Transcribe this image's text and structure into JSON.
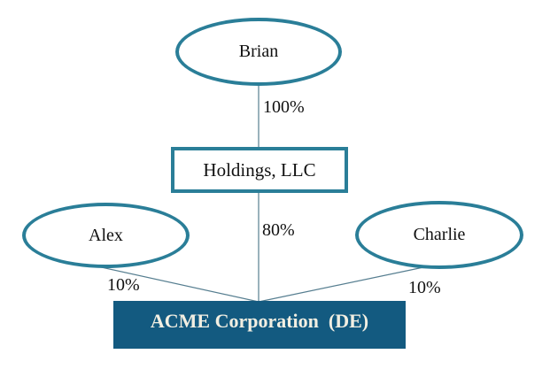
{
  "diagram": {
    "title": "ownership-structure-chart",
    "nodes": {
      "brian": {
        "label": "Brian",
        "shape": "ellipse"
      },
      "holdings": {
        "label": "Holdings, LLC",
        "shape": "rectangle-outline"
      },
      "alex": {
        "label": "Alex",
        "shape": "ellipse"
      },
      "charlie": {
        "label": "Charlie",
        "shape": "ellipse"
      },
      "acme": {
        "label": "ACME Corporation  (DE)",
        "shape": "rectangle-filled"
      }
    },
    "edges": [
      {
        "from": "Brian",
        "to": "Holdings, LLC",
        "label": "100%"
      },
      {
        "from": "Holdings, LLC",
        "to": "ACME Corporation (DE)",
        "label": "80%"
      },
      {
        "from": "Alex",
        "to": "ACME Corporation (DE)",
        "label": "10%"
      },
      {
        "from": "Charlie",
        "to": "ACME Corporation (DE)",
        "label": "10%"
      }
    ],
    "colors": {
      "shape_border_teal": "#2a7e98",
      "filled_box_fill": "#135a80",
      "filled_box_text": "#f2efe2",
      "connector_line": "#567e90",
      "label_text": "#111111",
      "background": "#ffffff"
    }
  }
}
